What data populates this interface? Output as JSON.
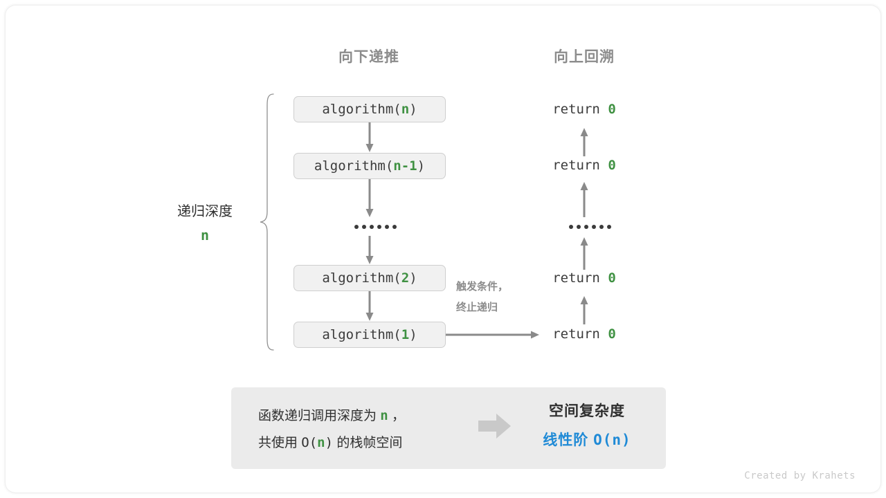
{
  "figure": {
    "credit": "Created by Krahets",
    "colors": {
      "green": "#3f9142",
      "blue": "#1f8ad6",
      "gray_text": "#8c8c8c",
      "box_fill": "#f1f1f1",
      "box_border": "#cfcfcf",
      "panel_fill": "#ebebeb",
      "arrow": "#8a8a8a"
    }
  },
  "headers": {
    "left": "向下递推",
    "right": "向上回溯"
  },
  "depth": {
    "label": "递归深度",
    "value": "n"
  },
  "call_stack": [
    {
      "name": "call-frame-n",
      "prefix": "algorithm(",
      "arg": "n",
      "suffix": ")"
    },
    {
      "name": "call-frame-n-1",
      "prefix": "algorithm(",
      "arg": "n-1",
      "suffix": ")"
    },
    {
      "name": "call-frame-ellipsis",
      "ellipsis": "······"
    },
    {
      "name": "call-frame-2",
      "prefix": "algorithm(",
      "arg": "2",
      "suffix": ")"
    },
    {
      "name": "call-frame-1",
      "prefix": "algorithm(",
      "arg": "1",
      "suffix": ")"
    }
  ],
  "returns": [
    {
      "name": "return-top",
      "text": "return ",
      "value": "0"
    },
    {
      "name": "return-second",
      "text": "return ",
      "value": "0"
    },
    {
      "name": "return-ellipsis",
      "ellipsis": "······"
    },
    {
      "name": "return-fourth",
      "text": "return ",
      "value": "0"
    },
    {
      "name": "return-base",
      "text": "return ",
      "value": "0"
    }
  ],
  "mid_note": {
    "line1": "触发条件，",
    "line2": "终止递归"
  },
  "summary": {
    "left_line1_a": "函数递归调用深度为 ",
    "left_line1_n": "n",
    "left_line1_b": " ，",
    "left_line2_a": "共使用 ",
    "left_line2_o": "O(",
    "left_line2_n": "n",
    "left_line2_c": ")",
    "left_line2_b": " 的栈帧空间",
    "arrow_icon": "right-arrow-icon",
    "right_title": "空间复杂度",
    "right_value_label": "线性阶 ",
    "right_value_expr": "O(n)"
  }
}
